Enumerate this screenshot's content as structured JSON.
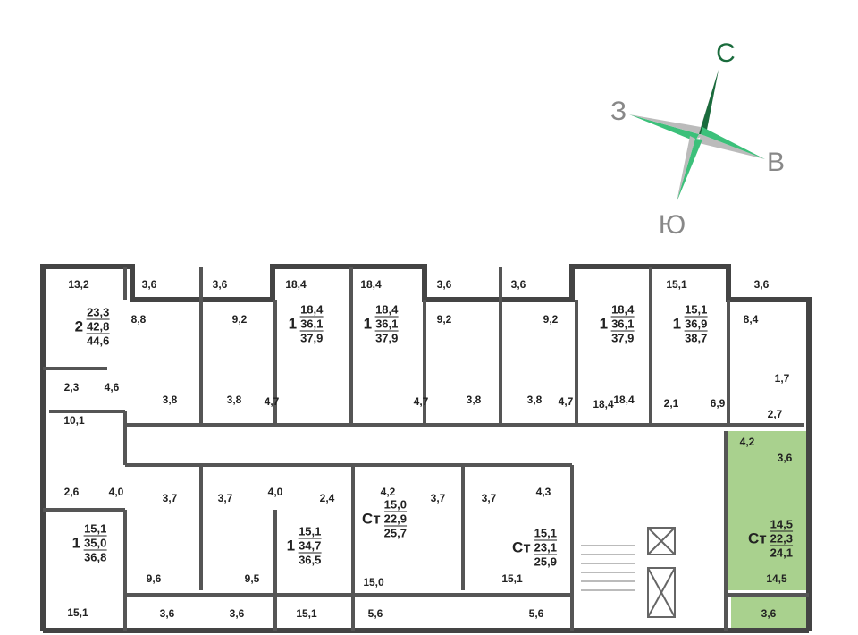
{
  "compass": {
    "north": "С",
    "south": "Ю",
    "east": "В",
    "west": "З",
    "north_color": "#1a6b3c",
    "accent": "#3cc07a",
    "grey": "#888888"
  },
  "highlight_color": "#a9d18e",
  "apartments": [
    {
      "type": "2",
      "living": "23,3",
      "total": "42,8",
      "total_with_balcony": "44,6"
    },
    {
      "type": "1",
      "living": "18,4",
      "total": "36,1",
      "total_with_balcony": "37,9"
    },
    {
      "type": "1",
      "living": "18,4",
      "total": "36,1",
      "total_with_balcony": "37,9"
    },
    {
      "type": "1",
      "living": "18,4",
      "total": "36,1",
      "total_with_balcony": "37,9"
    },
    {
      "type": "1",
      "living": "15,1",
      "total": "36,9",
      "total_with_balcony": "38,7"
    },
    {
      "type": "1",
      "living": "15,1",
      "total": "35,0",
      "total_with_balcony": "36,8"
    },
    {
      "type": "1",
      "living": "15,1",
      "total": "34,7",
      "total_with_balcony": "36,5"
    },
    {
      "type": "Ст",
      "living": "15,0",
      "total": "22,9",
      "total_with_balcony": "25,7"
    },
    {
      "type": "Ст",
      "living": "15,1",
      "total": "23,1",
      "total_with_balcony": "25,9"
    },
    {
      "type": "Ст",
      "living": "14,5",
      "total": "22,3",
      "total_with_balcony": "24,1",
      "highlighted": true
    }
  ],
  "rooms": [
    "13,2",
    "3,6",
    "8,8",
    "2,3",
    "4,6",
    "3,8",
    "10,1",
    "3,6",
    "9,2",
    "3,8",
    "4,7",
    "18,4",
    "18,4",
    "4,7",
    "9,2",
    "3,6",
    "3,8",
    "3,6",
    "9,2",
    "3,8",
    "4,7",
    "18,4",
    "15,1",
    "2,1",
    "6,9",
    "3,6",
    "8,4",
    "1,7",
    "2,7",
    "2,6",
    "4,0",
    "3,7",
    "3,7",
    "4,0",
    "2,4",
    "4,2",
    "3,7",
    "3,7",
    "4,3",
    "4,2",
    "3,6",
    "9,6",
    "9,5",
    "15,0",
    "15,1",
    "14,5",
    "15,1",
    "3,6",
    "3,6",
    "15,1",
    "5,6",
    "5,6",
    "3,6",
    "18,4"
  ]
}
